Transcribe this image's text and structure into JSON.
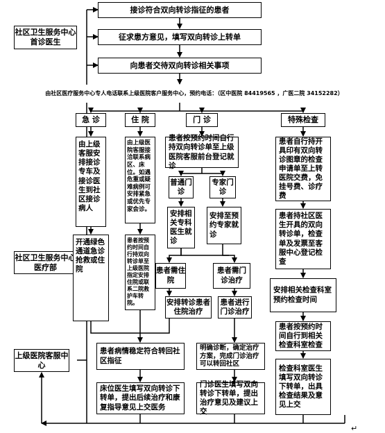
{
  "top_steps": [
    "接诊符合双向转诊指征的患者",
    "征求患方意见，填写双向转诊上转单",
    "向患者交待双向转诊相关事项"
  ],
  "left_roles": {
    "community_doctor": "社区卫生服务中心首诊医生",
    "community_dept": "社区卫生服务中心医疗部",
    "hospital_service": "上级医院客服中心"
  },
  "contact_note": "由社区医疗服务中心专人电话联系上级医院客户服务中心，预约电话：（区中医院 84419565 ，广医二院 34152282）",
  "branches": {
    "emergency": {
      "title": "急 诊",
      "step1": "由上级客服安排接诊专车及接诊医生到社区接诊病人",
      "step2": "开通绿色通道急诊抢救或住院"
    },
    "inpatient": {
      "title": "住 院",
      "step1": "由上级医院客服接洽联系病区、床位。如遇危重或疑难病例可安排紧急或优先专家会诊。",
      "step2": "患者按预约时间自行持双向转诊单至上级医院指定安排住院或联系二院救护车转院。"
    },
    "outpatient": {
      "title": "门 诊",
      "step1": "患者按预约时间自行持双向转诊单至上级医院客服前台登记就诊",
      "general": "普通门诊",
      "expert": "专家门诊",
      "general_next": "安排相关专科医生就诊",
      "expert_next": "安排至预约专家就诊",
      "need_admit": "患者需住院",
      "need_outpatient": "患者需门诊治疗",
      "arrange_admit": "安排转诊患者住院治疗",
      "do_outpatient": "患者进行门诊治疗"
    },
    "special": {
      "title": "特殊检查",
      "step1": "患者自行持开具印有双向转诊图章的检查申请单至上转医院交费，免挂号费、诊疗费",
      "step2": "患者持社区医生开具的双向转诊单，检查单及发票至客服中心登记检查",
      "step3": "安排相关检查科室预约检查时间",
      "step4": "患者按预约时间自行到相关检查科室检查",
      "step5": "检查科室医生填写双向转诊下转单，出具检查结果及意见上交"
    }
  },
  "lower": {
    "stable": "患者病情稳定符合转回社区指征",
    "diagnosis": "明确诊断，确定治疗方案，完成门诊治疗可以转回社区",
    "ward_doctor": "床位医生填写双向转诊下转单，提出后续治疗和康复指导意见上交医务",
    "op_doctor": "门诊医生填写双向转诊下转单，提出治疗意见及建议上交"
  },
  "mark": "↵"
}
